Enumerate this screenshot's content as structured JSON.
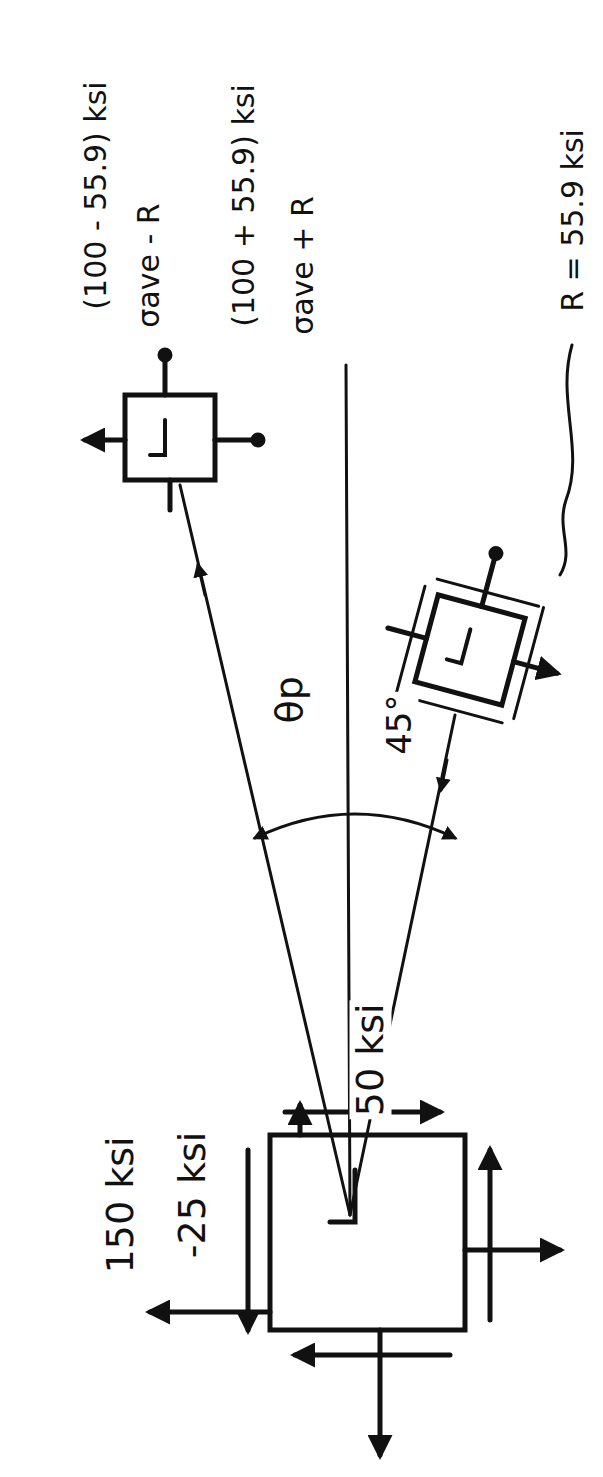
{
  "diagram": {
    "labels": [
      "150 ksi",
      "-25 ksi",
      "50 ksi",
      "θp",
      "45°",
      "(100 - 55.9) ksi",
      "σave - R",
      "(100 + 55.9) ksi",
      "σave + R",
      "R = 55.9 ksi"
    ]
  }
}
